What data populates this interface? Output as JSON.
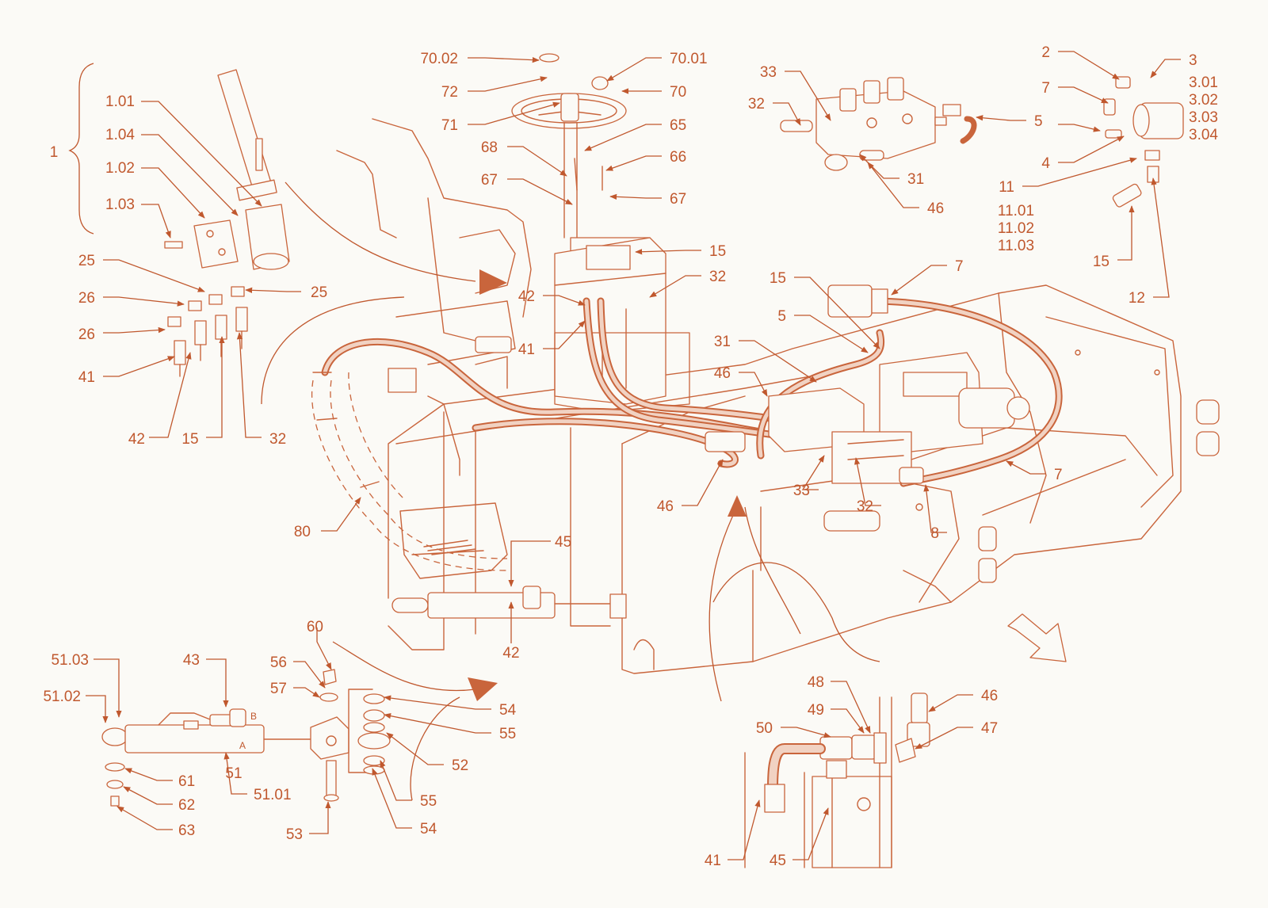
{
  "diagram": {
    "accent_color": "#c0582e",
    "background_color": "#fbfaf6",
    "callouts": {
      "c1": "1",
      "c101": "1.01",
      "c104": "1.04",
      "c102": "1.02",
      "c103": "1.03",
      "c25a": "25",
      "c25b": "25",
      "c26a": "26",
      "c26b": "26",
      "c41a": "41",
      "c42a": "42",
      "c15a": "15",
      "c32a": "32",
      "c7002": "70.02",
      "c7001": "70.01",
      "c72": "72",
      "c70": "70",
      "c71": "71",
      "c65": "65",
      "c68": "68",
      "c66": "66",
      "c67a": "67",
      "c67b": "67",
      "c15b": "15",
      "c32b": "32",
      "c42b": "42",
      "c41b": "41",
      "c33a": "33",
      "c32c": "32",
      "c31a": "31",
      "c46a": "46",
      "c2": "2",
      "c3": "3",
      "c301": "3.01",
      "c302": "3.02",
      "c303": "3.03",
      "c304": "3.04",
      "c7a": "7",
      "c5a": "5",
      "c4": "4",
      "c11": "11",
      "c1101": "11.01",
      "c1102": "11.02",
      "c1103": "11.03",
      "c15c": "15",
      "c12": "12",
      "c15d": "15",
      "c7b": "7",
      "c5b": "5",
      "c31b": "31",
      "c46b": "46",
      "c33b": "33",
      "c32d": "32",
      "c8": "8",
      "c7c": "7",
      "c46c": "46",
      "c80": "80",
      "c45a": "45",
      "c42c": "42",
      "c60": "60",
      "c56": "56",
      "c57": "57",
      "c43": "43",
      "c5103": "51.03",
      "c5102": "51.02",
      "c54a": "54",
      "c55a": "55",
      "c52": "52",
      "c51": "51",
      "c5101": "51.01",
      "c61": "61",
      "c62": "62",
      "c63": "63",
      "c53": "53",
      "c55b": "55",
      "c54b": "54",
      "c48": "48",
      "c46d": "46",
      "c49": "49",
      "c50": "50",
      "c47": "47",
      "c41c": "41",
      "c45b": "45",
      "portA": "A",
      "portB": "B"
    }
  }
}
